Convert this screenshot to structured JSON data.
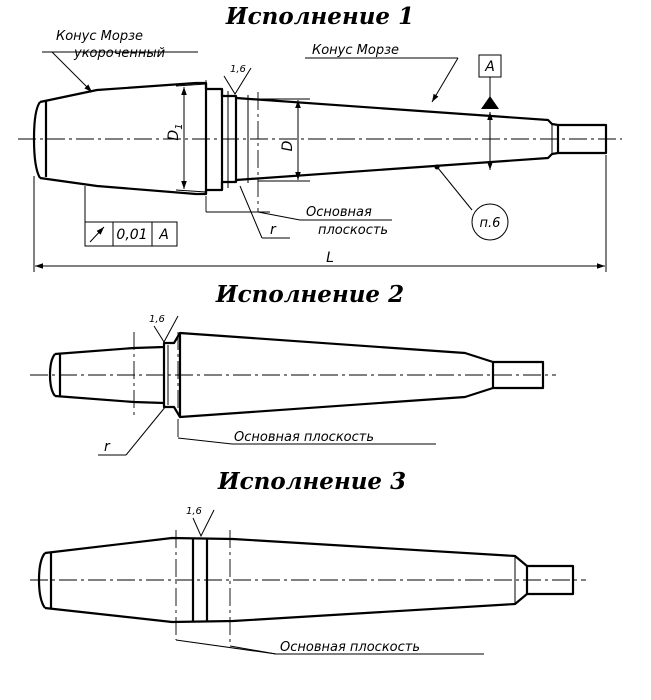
{
  "views": [
    {
      "heading": "Исполнение 1",
      "labels": {
        "morse_short_1": "Конус Морзе",
        "morse_short_2": "укороченный",
        "morse": "Конус Морзе",
        "roughness": "1,6",
        "datum": "A",
        "d1": "D",
        "d1_sub": "1",
        "d": "D",
        "base_1": "Основная",
        "base_2": "плоскость",
        "radius": "r",
        "note_ref": "п.6",
        "tolerance_value": "0,01",
        "tolerance_datum": "A",
        "length": "L"
      }
    },
    {
      "heading": "Исполнение 2",
      "labels": {
        "roughness": "1,6",
        "radius": "r",
        "base": "Основная плоскость"
      }
    },
    {
      "heading": "Исполнение 3",
      "labels": {
        "roughness": "1,6",
        "base": "Основная плоскость"
      }
    }
  ],
  "icons": {
    "runout_arrow": "runout-arrow-icon",
    "datum_triangle": "datum-triangle-icon",
    "roughness_check": "roughness-check-icon"
  }
}
